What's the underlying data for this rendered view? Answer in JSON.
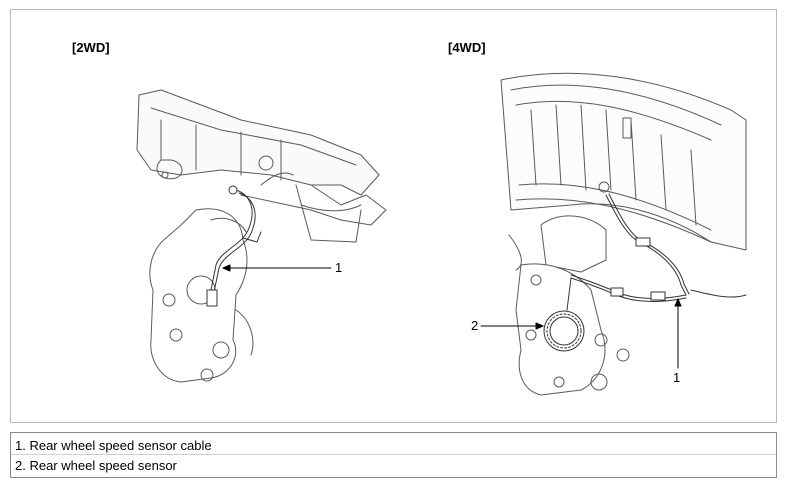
{
  "panels": {
    "left_title": "[2WD]",
    "right_title": "[4WD]"
  },
  "callouts": {
    "left_1": "1",
    "right_1": "1",
    "right_2": "2"
  },
  "legend": {
    "items": [
      "1. Rear wheel speed sensor cable",
      "2. Rear wheel speed sensor"
    ]
  }
}
